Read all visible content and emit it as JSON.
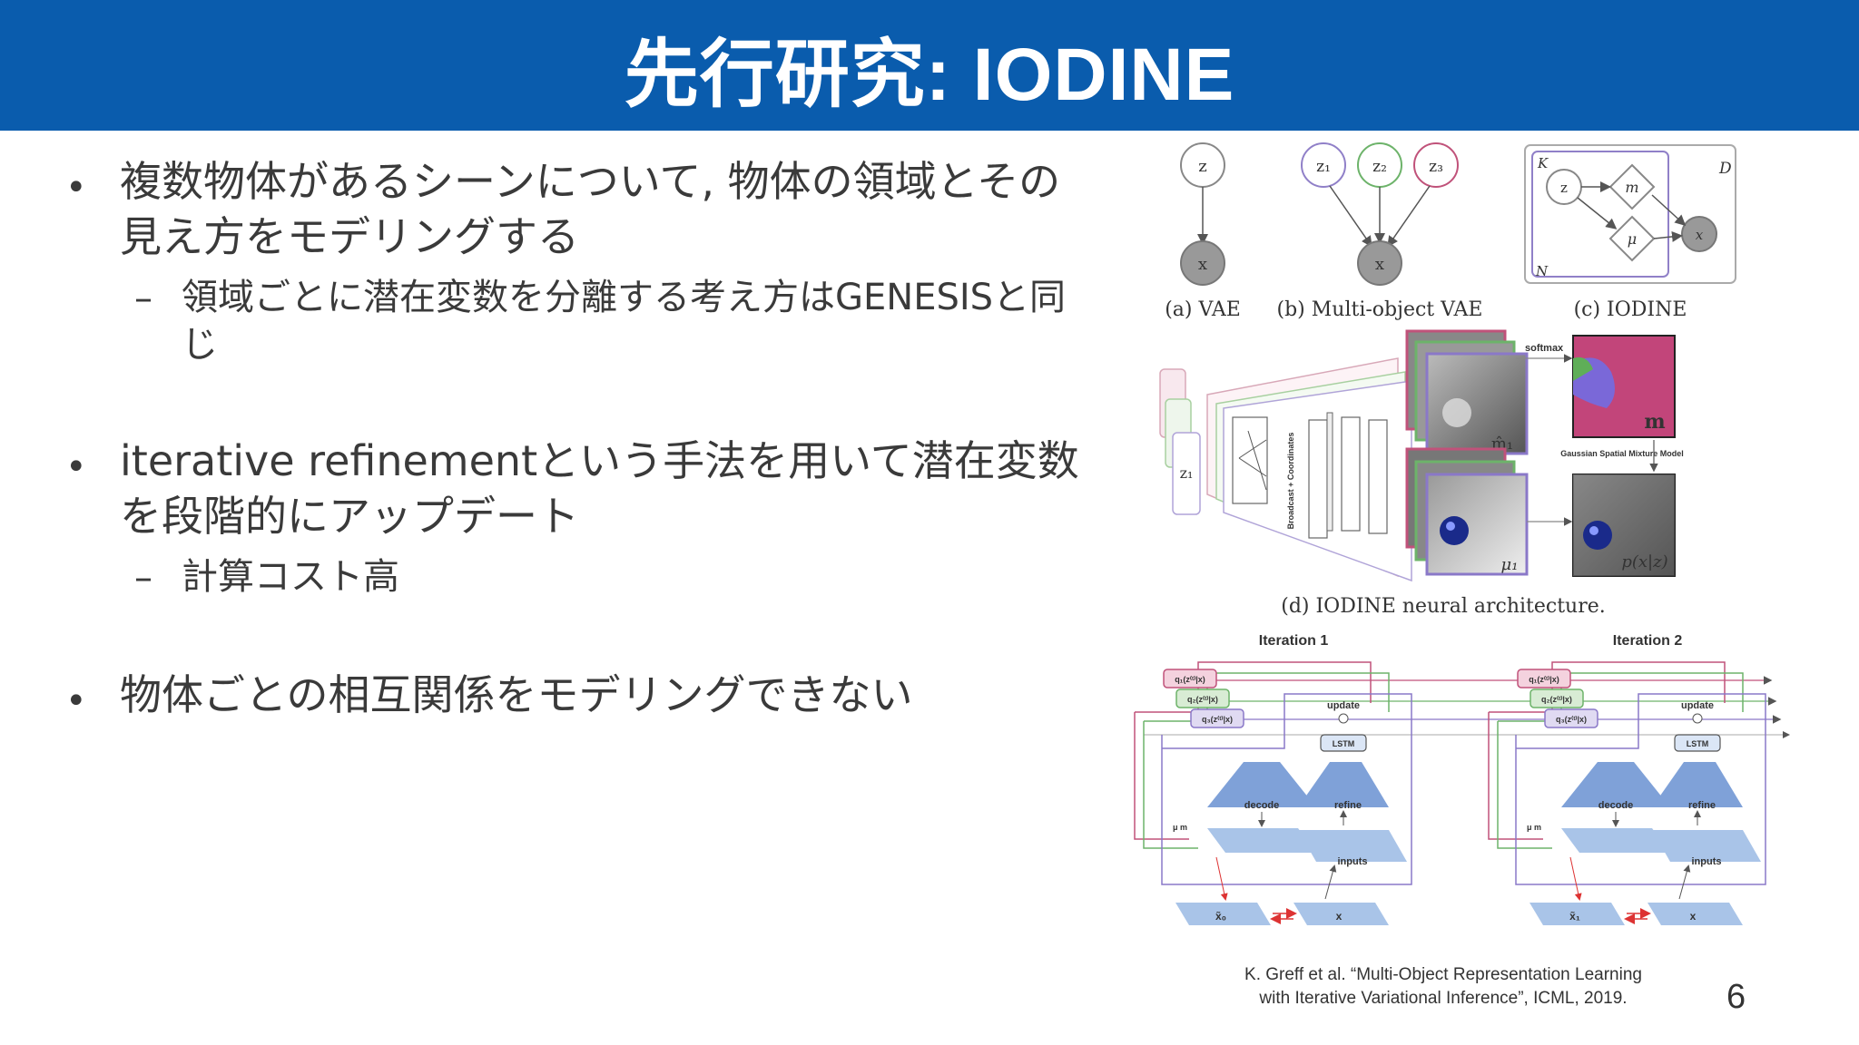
{
  "slide": {
    "title": "先行研究: IODINE",
    "page_number": "6"
  },
  "bullets": [
    {
      "text": "複数物体があるシーンについて, 物体の領域とその見え方をモデリングする",
      "sub": [
        "領域ごとに潜在変数を分離する考え方はGENESISと同じ"
      ]
    },
    {
      "text": "iterative refinementという手法を用いて潜在変数を段階的にアップデート",
      "sub": [
        "計算コスト高"
      ]
    },
    {
      "text": "物体ごとの相互関係をモデリングできない",
      "sub": []
    }
  ],
  "figure": {
    "cap_a": "(a) VAE",
    "cap_b": "(b) Multi-object VAE",
    "cap_c": "(c) IODINE",
    "cap_d": "(d) IODINE neural architecture.",
    "node_z": "z",
    "node_x": "x",
    "node_z1": "z₁",
    "node_z2": "z₂",
    "node_z3": "z₃",
    "plate_k": "K",
    "plate_d": "D",
    "plate_n": "N",
    "node_m": "m",
    "node_mu": "μ",
    "softmax": "softmax",
    "gsmm": "Gaussian Spatial Mixture Model",
    "m_hat": "m̂₁",
    "m_label": "m",
    "mu1": "μ₁",
    "pxz": "p(x|z)",
    "z1_input": "z₁",
    "broadcast": "Broadcast + Coordinates",
    "iter1": "Iteration 1",
    "iter2": "Iteration 2",
    "q1": "q₁(z⁽ᵗ⁾|x)",
    "q2": "q₂(z⁽ᵗ⁾|x)",
    "q3": "q₃(z⁽ᵗ⁾|x)",
    "update": "update",
    "lstm": "LSTM",
    "decode": "decode",
    "refine": "refine",
    "inputs": "inputs",
    "x0": "x̃₀",
    "x1": "x̃₁",
    "x": "x",
    "mu_m": "μ m"
  },
  "citation": {
    "line1": "K. Greff et al. “Multi-Object Representation Learning",
    "line2": "with Iterative Variational Inference”, ICML, 2019."
  },
  "colors": {
    "title_bg": "#0a5cad",
    "pink": "#c0527a",
    "green": "#6db36a",
    "purple": "#8a78c8",
    "block": "#a9c4e8"
  }
}
